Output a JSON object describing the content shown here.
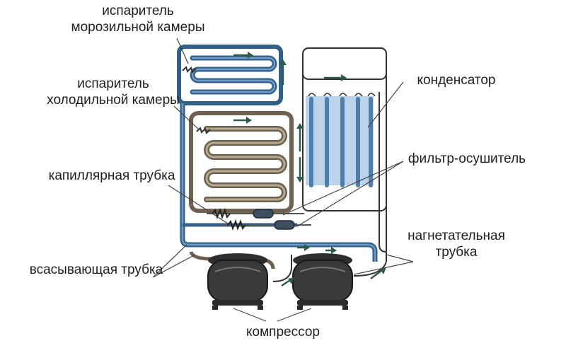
{
  "labels": {
    "freezer_evaporator": [
      "испаритель",
      "морозильной камеры"
    ],
    "fridge_evaporator": [
      "испаритель",
      "холодильной камеры"
    ],
    "capillary_tube": "капиллярная трубка",
    "suction_tube": "всасывающая трубка",
    "condenser": "конденсатор",
    "filter_drier": "фильтр-осушитель",
    "discharge_tube": [
      "нагнетательная",
      "трубка"
    ],
    "compressor": "компрессор"
  },
  "colors": {
    "tube_blue": "#2f5f8a",
    "tube_blue_light": "#6f9cc6",
    "tube_brown": "#6e6150",
    "tube_brown_light": "#b6ab90",
    "condenser_blue": "#8bb5df",
    "arrow_green": "#2f5c48",
    "leader_line": "#444444",
    "outline": "#2a2a2a",
    "compressor_fill": "#3a3a3a"
  },
  "icons": [
    "flow-arrow-icon",
    "compressor-icon",
    "filter-drier-icon",
    "capillary-coil-icon"
  ]
}
